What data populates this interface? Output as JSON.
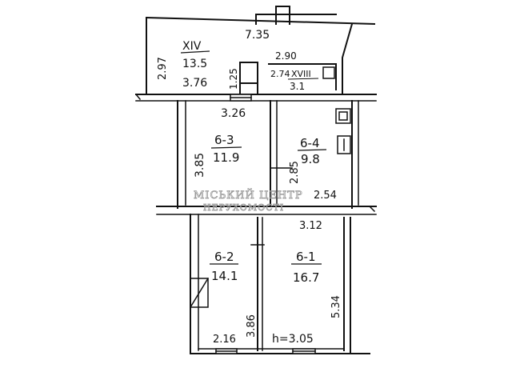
{
  "plan": {
    "rooms": [
      {
        "id": "XIV",
        "area": "13.5"
      },
      {
        "id": "XVIII",
        "area": "3.1"
      },
      {
        "id": "6-3",
        "area": "11.9"
      },
      {
        "id": "6-4",
        "area": "9.8"
      },
      {
        "id": "6-2",
        "area": "14.1"
      },
      {
        "id": "6-1",
        "area": "16.7"
      }
    ],
    "dimensions": {
      "top_width": "7.35",
      "top_left_height": "2.97",
      "xiv_width": "3.76",
      "stair_width": "2.90",
      "stair_height": "2.74",
      "step": "1.25",
      "room63_width": "3.26",
      "room63_height": "3.85",
      "room64_height": "2.85",
      "room64_width": "2.54",
      "room61_width": "3.12",
      "room62_height": "3.86",
      "room62_width": "2.16",
      "room61_height": "5.34",
      "ceiling_height": "h=3.05"
    },
    "watermark": {
      "line1": "МІСЬКИЙ ЦЕНТР",
      "line2": "НЕРУХОМОСТІ"
    }
  }
}
